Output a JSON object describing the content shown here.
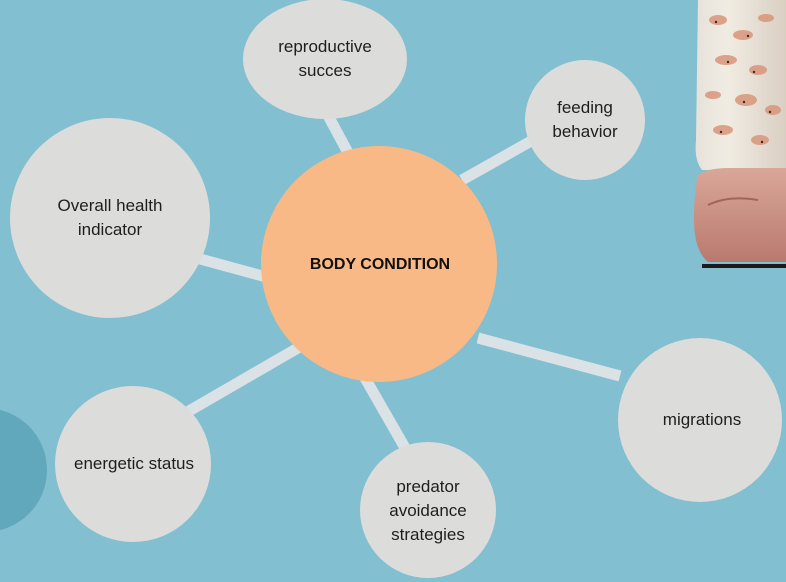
{
  "colors": {
    "background": "#82bfd0",
    "connector": "#dbe2e6",
    "node_fill": "#dcdcda",
    "center_fill": "#f9b986",
    "corner_circle": "#62a8bc"
  },
  "center": {
    "label": "BODY CONDITION"
  },
  "nodes": [
    {
      "label": "reproductive\nsucces"
    },
    {
      "label": "feeding\nbehavior"
    },
    {
      "label": "Overall health\nindicator"
    },
    {
      "label": "migrations"
    },
    {
      "label": "energetic status"
    },
    {
      "label": "predator\navoidance\nstrategies"
    }
  ],
  "image": {
    "description_icon": "krill-jar-photo"
  }
}
